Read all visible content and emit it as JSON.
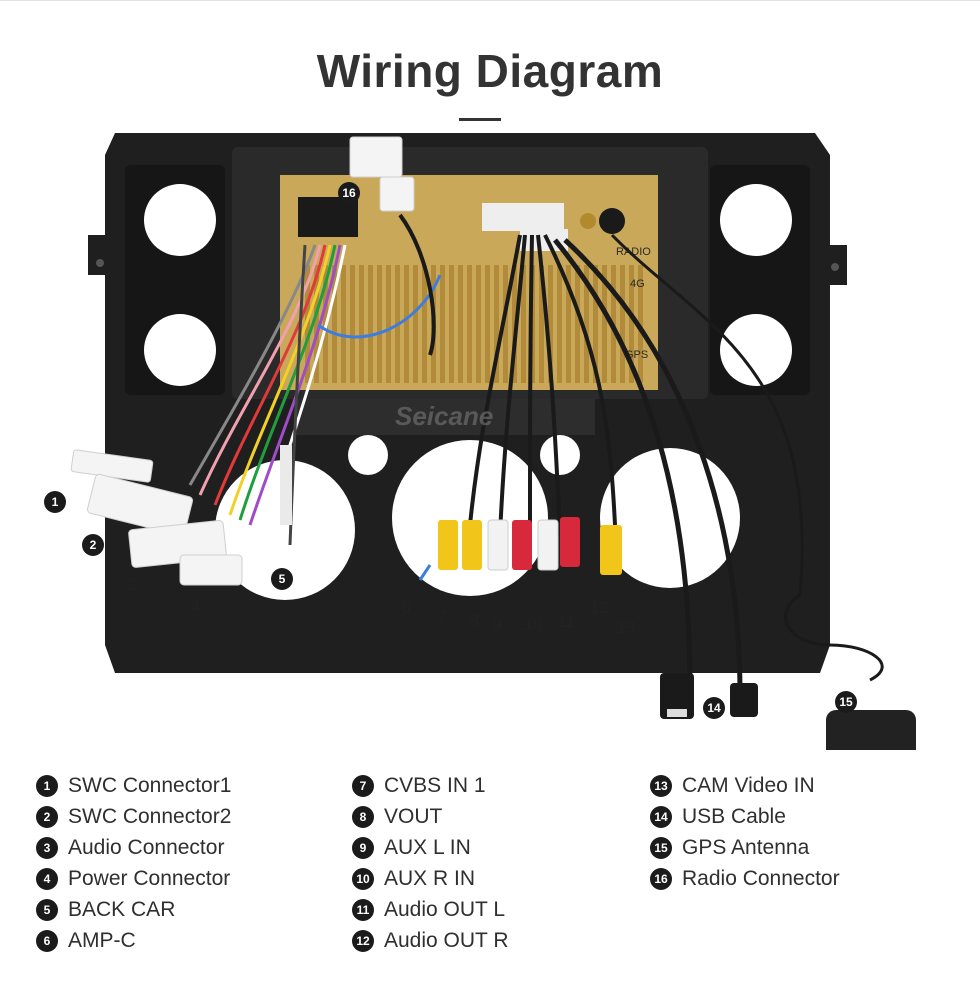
{
  "title": "Wiring Diagram",
  "watermark": "Seicane",
  "port_labels": {
    "radio": "RADIO",
    "four_g": "4G",
    "gps": "GPS"
  },
  "callouts": [
    {
      "id": 1,
      "label": "SWC Connector1"
    },
    {
      "id": 2,
      "label": "SWC Connector2"
    },
    {
      "id": 3,
      "label": "Audio Connector"
    },
    {
      "id": 4,
      "label": "Power Connector"
    },
    {
      "id": 5,
      "label": "BACK CAR"
    },
    {
      "id": 6,
      "label": "AMP-C"
    },
    {
      "id": 7,
      "label": "CVBS IN 1"
    },
    {
      "id": 8,
      "label": "VOUT"
    },
    {
      "id": 9,
      "label": "AUX L IN"
    },
    {
      "id": 10,
      "label": "AUX R IN"
    },
    {
      "id": 11,
      "label": "Audio OUT L"
    },
    {
      "id": 12,
      "label": "Audio OUT R"
    },
    {
      "id": 13,
      "label": "CAM Video IN"
    },
    {
      "id": 14,
      "label": "USB Cable"
    },
    {
      "id": 15,
      "label": "GPS Antenna"
    },
    {
      "id": 16,
      "label": "Radio Connector"
    }
  ],
  "badge_glyphs": [
    "1",
    "2",
    "3",
    "4",
    "5",
    "6",
    "7",
    "8",
    "9",
    "10",
    "11",
    "12",
    "13",
    "14",
    "15",
    "16"
  ],
  "legend": {
    "col1": [
      {
        "num": "1",
        "text": "SWC Connector1"
      },
      {
        "num": "2",
        "text": "SWC Connector2"
      },
      {
        "num": "3",
        "text": "Audio Connector"
      },
      {
        "num": "4",
        "text": "Power Connector"
      },
      {
        "num": "5",
        "text": "BACK CAR"
      },
      {
        "num": "6",
        "text": "AMP-C"
      }
    ],
    "col2": [
      {
        "num": "7",
        "text": "CVBS IN 1"
      },
      {
        "num": "8",
        "text": "VOUT"
      },
      {
        "num": "9",
        "text": "AUX L IN"
      },
      {
        "num": "10",
        "text": "AUX R IN"
      },
      {
        "num": "11",
        "text": "Audio OUT L"
      },
      {
        "num": "12",
        "text": "Audio OUT R"
      }
    ],
    "col3": [
      {
        "num": "13",
        "text": "CAM Video IN"
      },
      {
        "num": "14",
        "text": "USB Cable"
      },
      {
        "num": "15",
        "text": "GPS Antenna"
      },
      {
        "num": "16",
        "text": "Radio Connector"
      }
    ]
  },
  "colors": {
    "frame": "#1f1f1f",
    "gold_unit": "#c9a85a",
    "rca_yellow": "#f2c51b",
    "rca_red": "#d8283b",
    "rca_white": "#f2f2f2",
    "badge": "#1b1b1b"
  }
}
